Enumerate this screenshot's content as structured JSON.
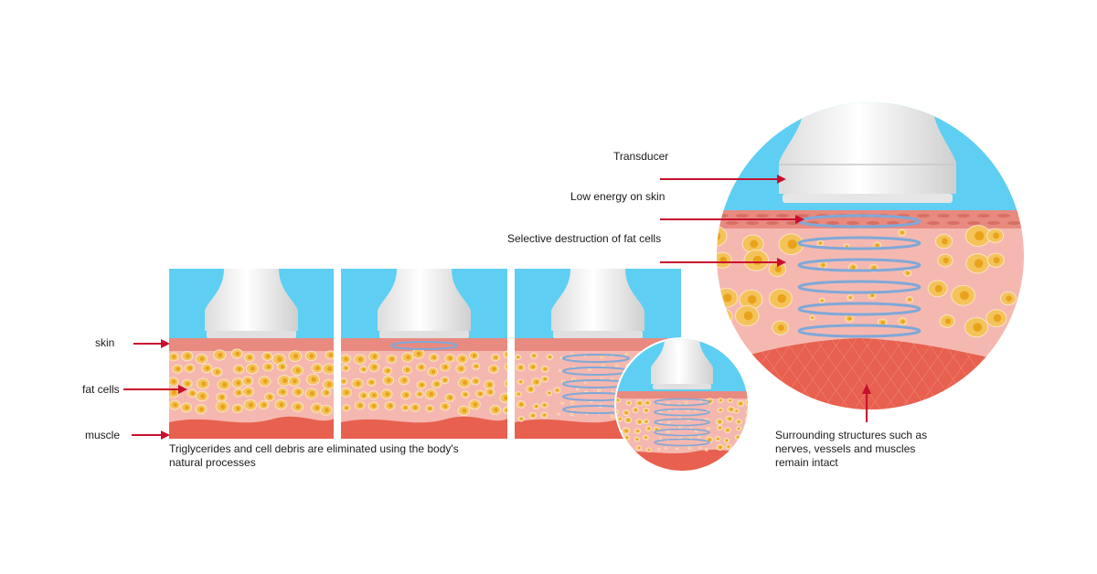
{
  "labels": {
    "skin": "skin",
    "fat_cells": "fat cells",
    "muscle": "muscle",
    "transducer": "Transducer",
    "low_energy": "Low energy on skin",
    "selective_destruction": "Selective destruction of fat cells",
    "elimination_note": "Triglycerides and cell debris are eliminated using the body's natural processes",
    "surrounding_note": "Surrounding structures such as nerves, vessels and muscles remain intact"
  },
  "colors": {
    "sky": "#5ecff2",
    "tissue": "#f5b8b0",
    "skin_band": "#e88a80",
    "muscle": "#e8604f",
    "fat_cell": "#f4c35a",
    "fat_core": "#e9a21a",
    "pulse_ring": "#7fa8d8",
    "arrow": "#c8102e",
    "device": "#f2f2f2"
  }
}
